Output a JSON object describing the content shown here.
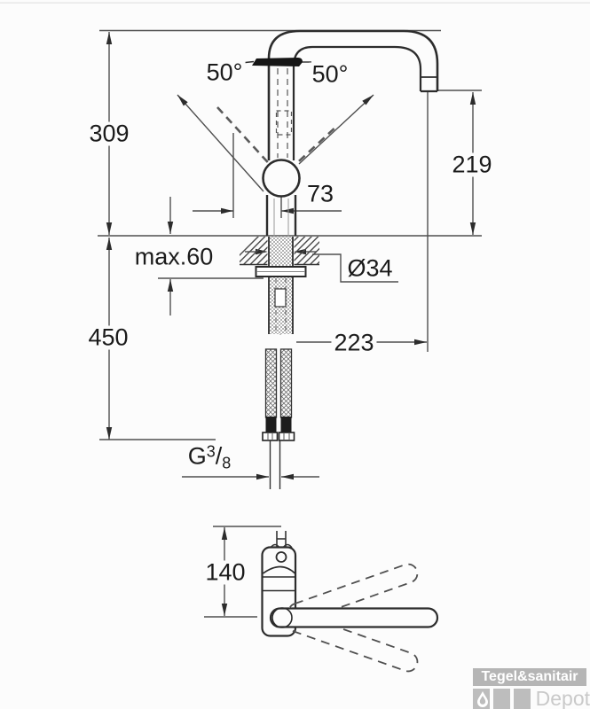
{
  "drawing": {
    "title": "kitchen-faucet-technical-drawing",
    "dim_total_height": "309",
    "dim_spout_height": "219",
    "dim_angle_left": "50°",
    "dim_angle_right": "50°",
    "dim_lever_offset": "73",
    "dim_counter_thickness": "max.60",
    "dim_shank_diameter": "Ø34",
    "dim_hose_length": "450",
    "dim_spout_reach": "223",
    "dim_swivel_height": "140",
    "thread": {
      "prefix": "G",
      "numerator": "3",
      "slash": "/",
      "denominator": "8"
    },
    "line_color": "#2c2c2c",
    "thin_line_color": "#4f4f4f",
    "background_color": "#fcfcfc"
  },
  "watermark": {
    "brand": "Tegel&sanitair",
    "sub": "Depot",
    "bar_color": "#b5b5b5",
    "square_color": "#bdbdbd",
    "brand_text_color": "#ffffff",
    "sub_text_color": "#c9c9c9",
    "icon": "water-drop-icon"
  }
}
